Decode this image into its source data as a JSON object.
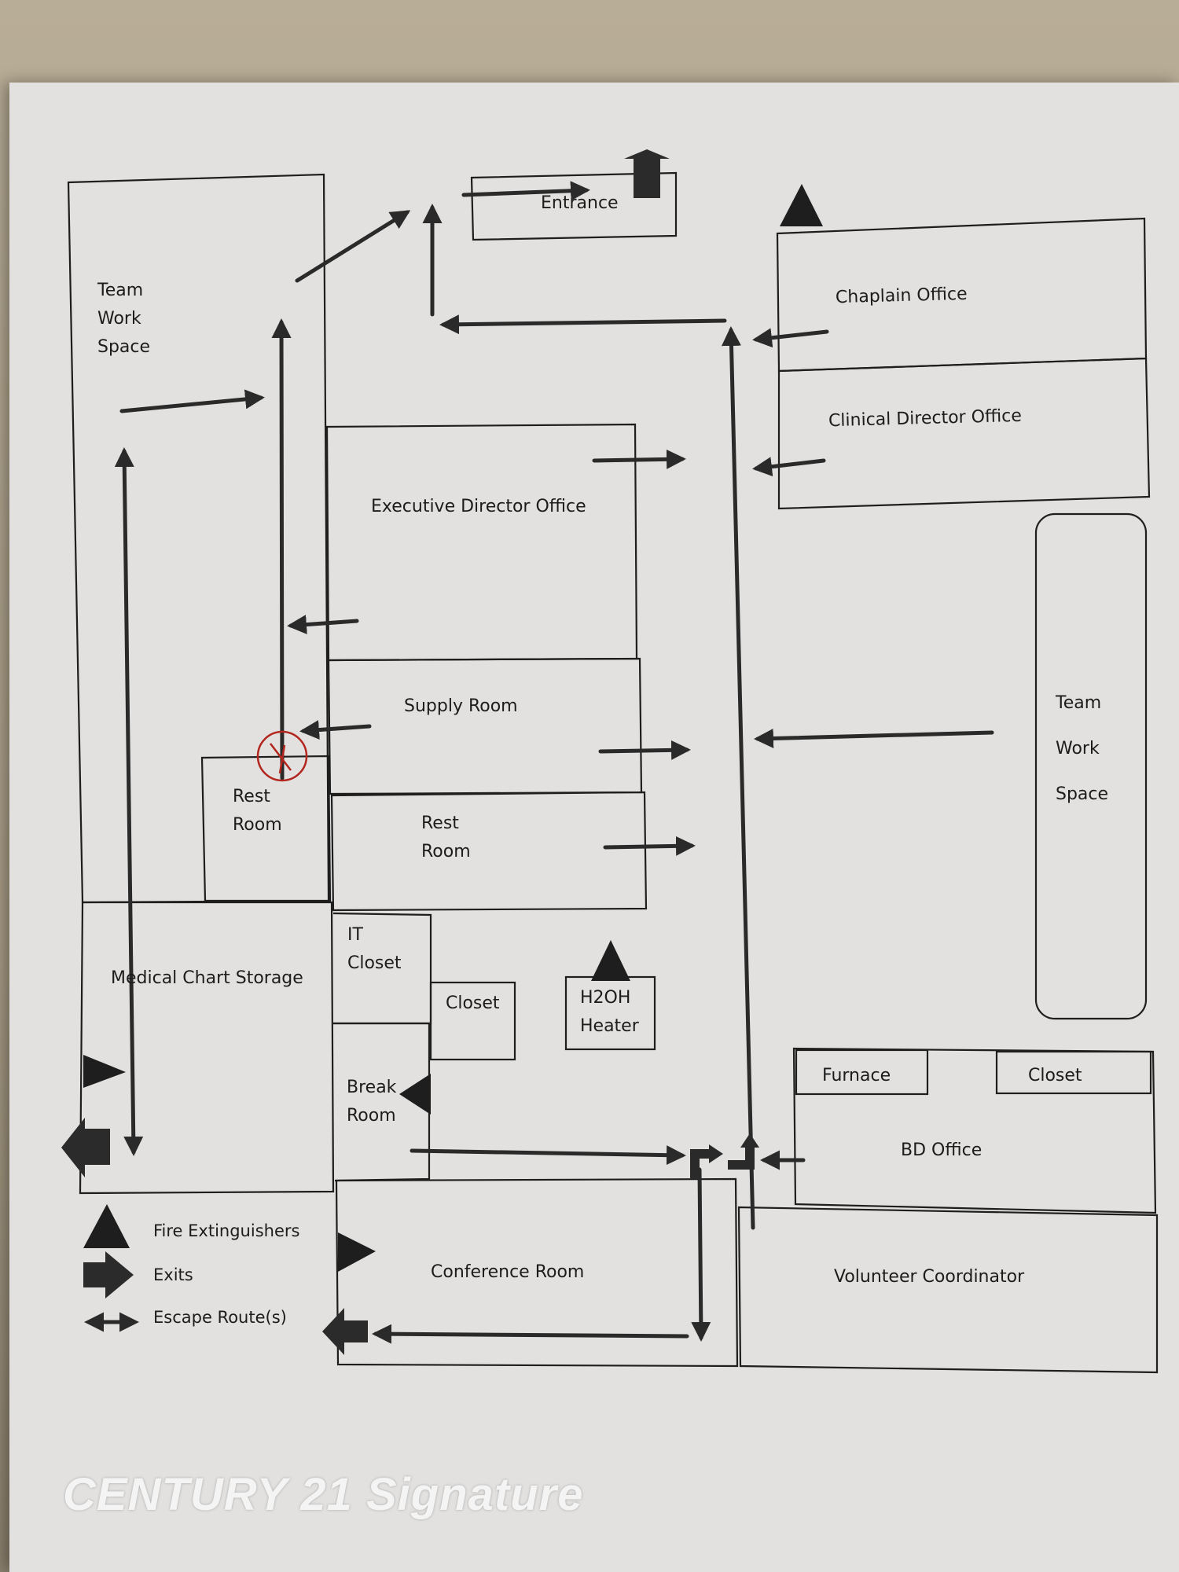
{
  "rooms": {
    "entrance": "Entrance",
    "team_work_space_left": [
      "Team",
      "Work",
      "Space"
    ],
    "chaplain_office": "Chaplain Office",
    "clinical_director_office": "Clinical Director Office",
    "executive_director_office": "Executive Director Office",
    "supply_room": "Supply Room",
    "rest_room_left": [
      "Rest",
      "Room"
    ],
    "rest_room_center": [
      "Rest",
      "Room"
    ],
    "team_work_space_right": [
      "Team",
      "Work",
      "Space"
    ],
    "medical_chart_storage": "Medical Chart Storage",
    "it_closet": [
      "IT",
      "Closet"
    ],
    "closet_center": "Closet",
    "h2oh_heater": [
      "H2OH",
      "Heater"
    ],
    "break_room": [
      "Break",
      "Room"
    ],
    "furnace": "Furnace",
    "closet_right": "Closet",
    "bd_office": "BD Office",
    "conference_room": "Conference Room",
    "volunteer_coordinator": "Volunteer Coordinator"
  },
  "legend": {
    "fire_extinguishers": "Fire Extinguishers",
    "exits": "Exits",
    "escape_routes": "Escape Route(s)"
  },
  "watermark": "CENTURY 21 Signature",
  "colors": {
    "ink": "#1e1e1e",
    "paper": "#e2e1df",
    "annotation_red": "#b3261e"
  }
}
